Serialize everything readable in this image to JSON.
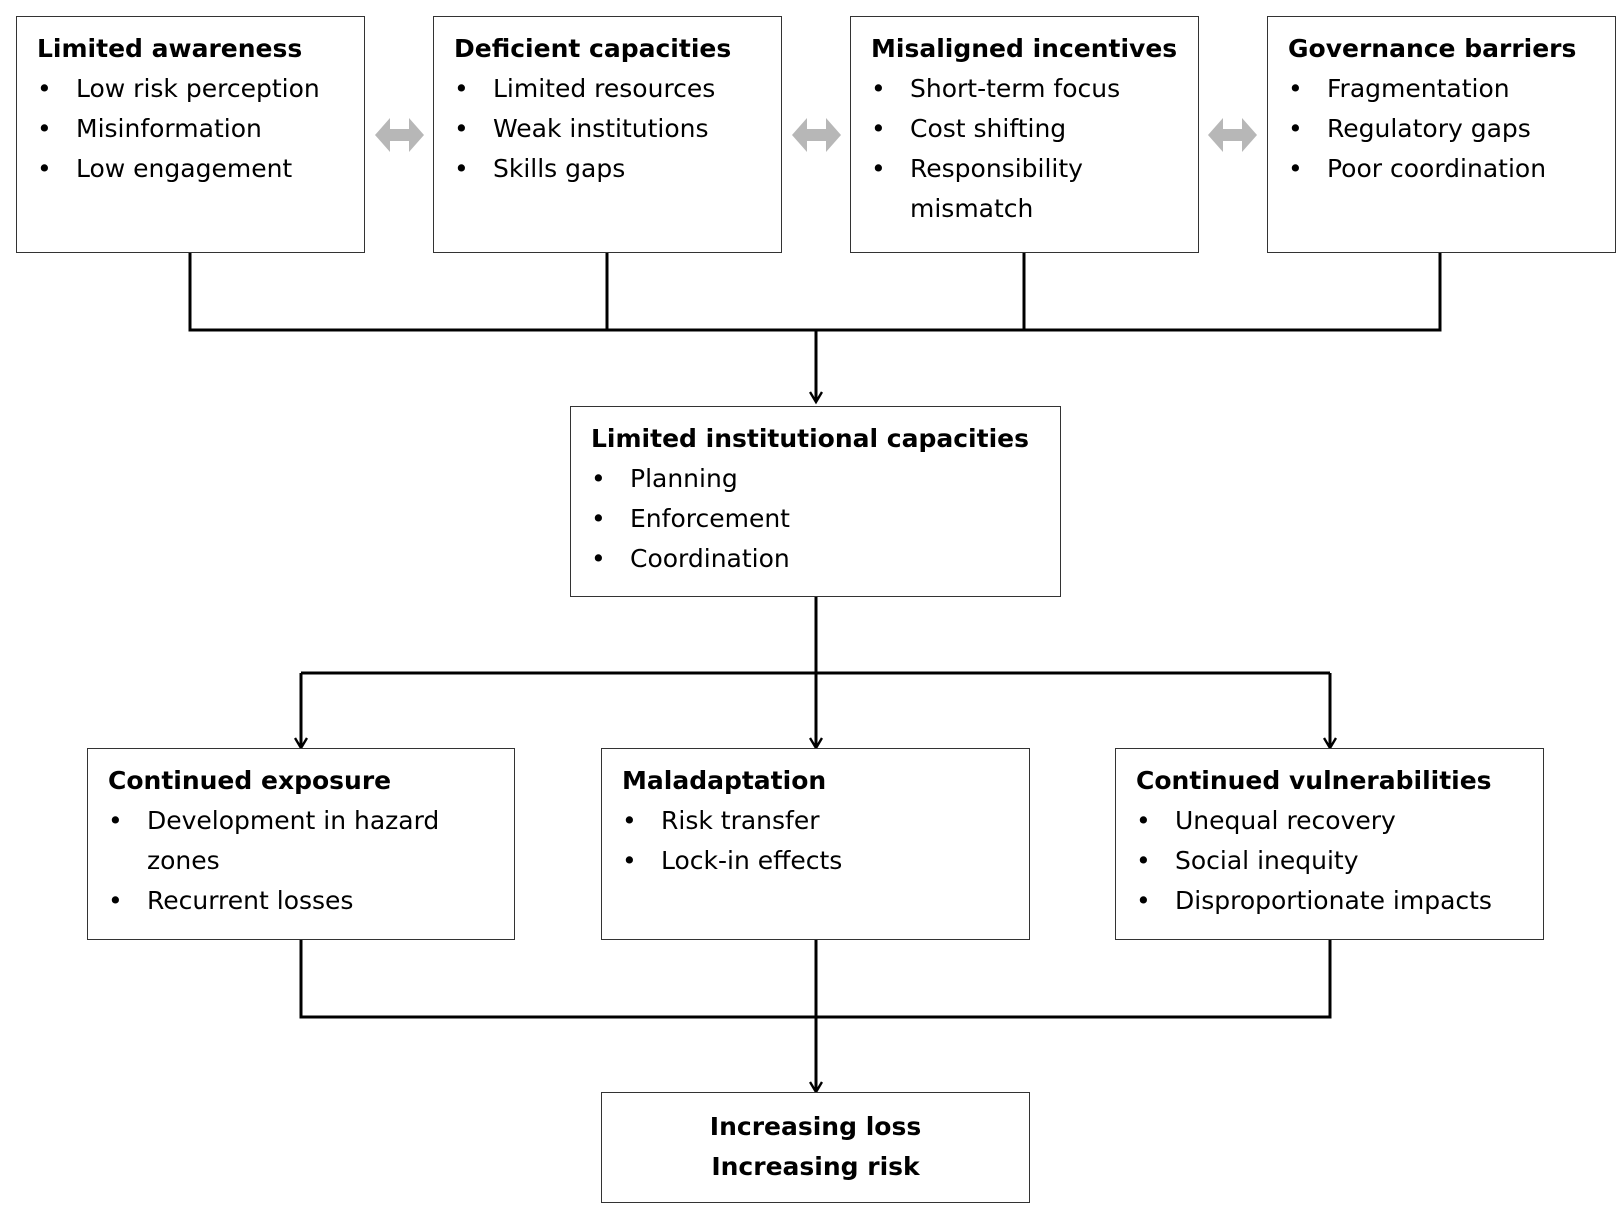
{
  "top_boxes": [
    {
      "title": "Limited awareness",
      "items": [
        "Low risk perception",
        "Misinformation",
        "Low engagement"
      ]
    },
    {
      "title": "Deficient capacities",
      "items": [
        "Limited resources",
        "Weak institutions",
        "Skills gaps"
      ]
    },
    {
      "title": "Misaligned incentives",
      "items": [
        "Short-term focus",
        "Cost shifting",
        "Responsibility mismatch"
      ]
    },
    {
      "title": "Governance barriers",
      "items": [
        "Fragmentation",
        "Regulatory gaps",
        "Poor coordination"
      ]
    }
  ],
  "center_box": {
    "title": "Limited institutional capacities",
    "items": [
      "Planning",
      "Enforcement",
      "Coordination"
    ]
  },
  "outcome_boxes": [
    {
      "title": "Continued exposure",
      "items": [
        "Development in hazard zones",
        "Recurrent losses"
      ]
    },
    {
      "title": "Maladaptation",
      "items": [
        "Risk transfer",
        "Lock-in effects"
      ]
    },
    {
      "title": "Continued vulnerabilities",
      "items": [
        "Unequal recovery",
        "Social inequity",
        "Disproportionate impacts"
      ]
    }
  ],
  "final_box": {
    "line1": "Increasing loss",
    "line2": "Increasing risk"
  },
  "colors": {
    "line": "#000000",
    "border": "#333333",
    "double_arrow": "#b7b7b7"
  }
}
